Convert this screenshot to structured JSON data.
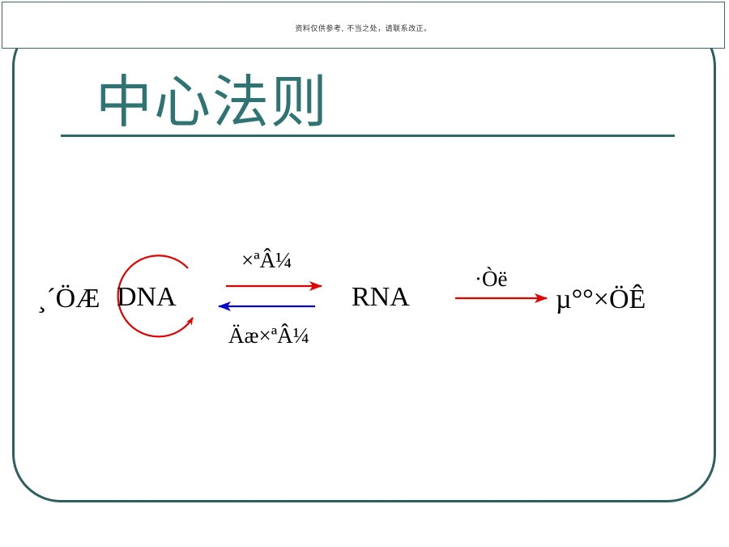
{
  "notice": {
    "text": "资料仅供参考, 不当之处，请联系改正。"
  },
  "slide": {
    "title": "中心法则"
  },
  "diagram": {
    "dna_prefix": "¸´ÖÆ",
    "dna": "DNA",
    "rna": "RNA",
    "protein": "µ°°×ÖÊ",
    "transcription": "×ªÂ¼",
    "reverse_transcription": "Äæ×ªÂ¼",
    "translation": "·­Òë"
  },
  "colors": {
    "frame": "#2f5f5f",
    "title": "#2f7373",
    "forward_arrow": "#e00000",
    "reverse_arrow": "#0000cc",
    "replication_loop": "#e00000"
  }
}
